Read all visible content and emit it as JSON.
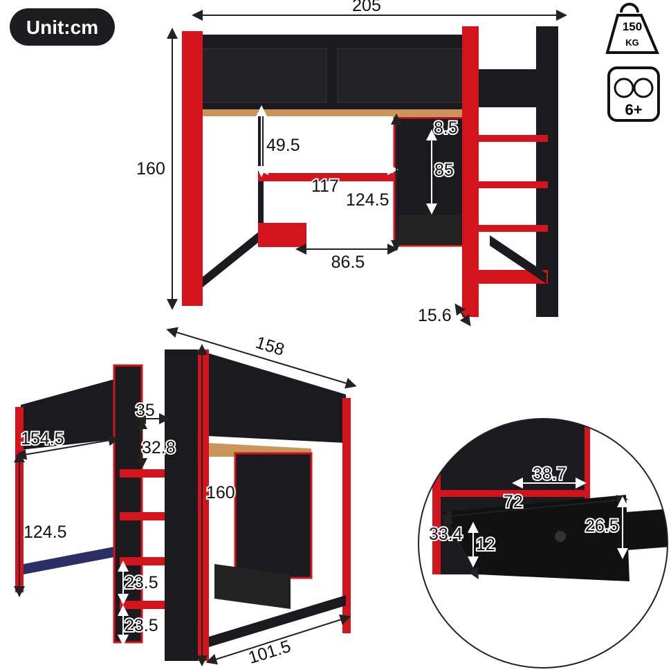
{
  "unit_badge": "Unit:cm",
  "weight_icon": {
    "icon": "weight-icon",
    "value": "150",
    "unit": "KG"
  },
  "age_icon": {
    "icon": "kids-icon",
    "label": "6+"
  },
  "colors": {
    "frame_red": "#d4141c",
    "body_black": "#1a1a1e",
    "slats": "#c9955a"
  },
  "front_view": {
    "width": "205",
    "height": "160",
    "desk_clearance": "49.5",
    "shelf_top": "8.5",
    "shelf_height": "85",
    "desk_width": "117",
    "cabinet_height": "124.5",
    "desk_gap": "86.5",
    "ladder_depth": "15.6"
  },
  "side_view": {
    "length": "158",
    "ladder_width": "35",
    "inner_length": "154.5",
    "guard_height": "32.8",
    "height": "160",
    "clearance": "124.5",
    "step_spacing_1": "23.5",
    "step_spacing_2": "23.5",
    "depth": "101.5"
  },
  "drawer_detail": {
    "shelf_depth": "38.7",
    "drawer_width": "72",
    "drawer_depth": "33.4",
    "drawer_inner_height": "12",
    "drawer_height": "26.5"
  }
}
